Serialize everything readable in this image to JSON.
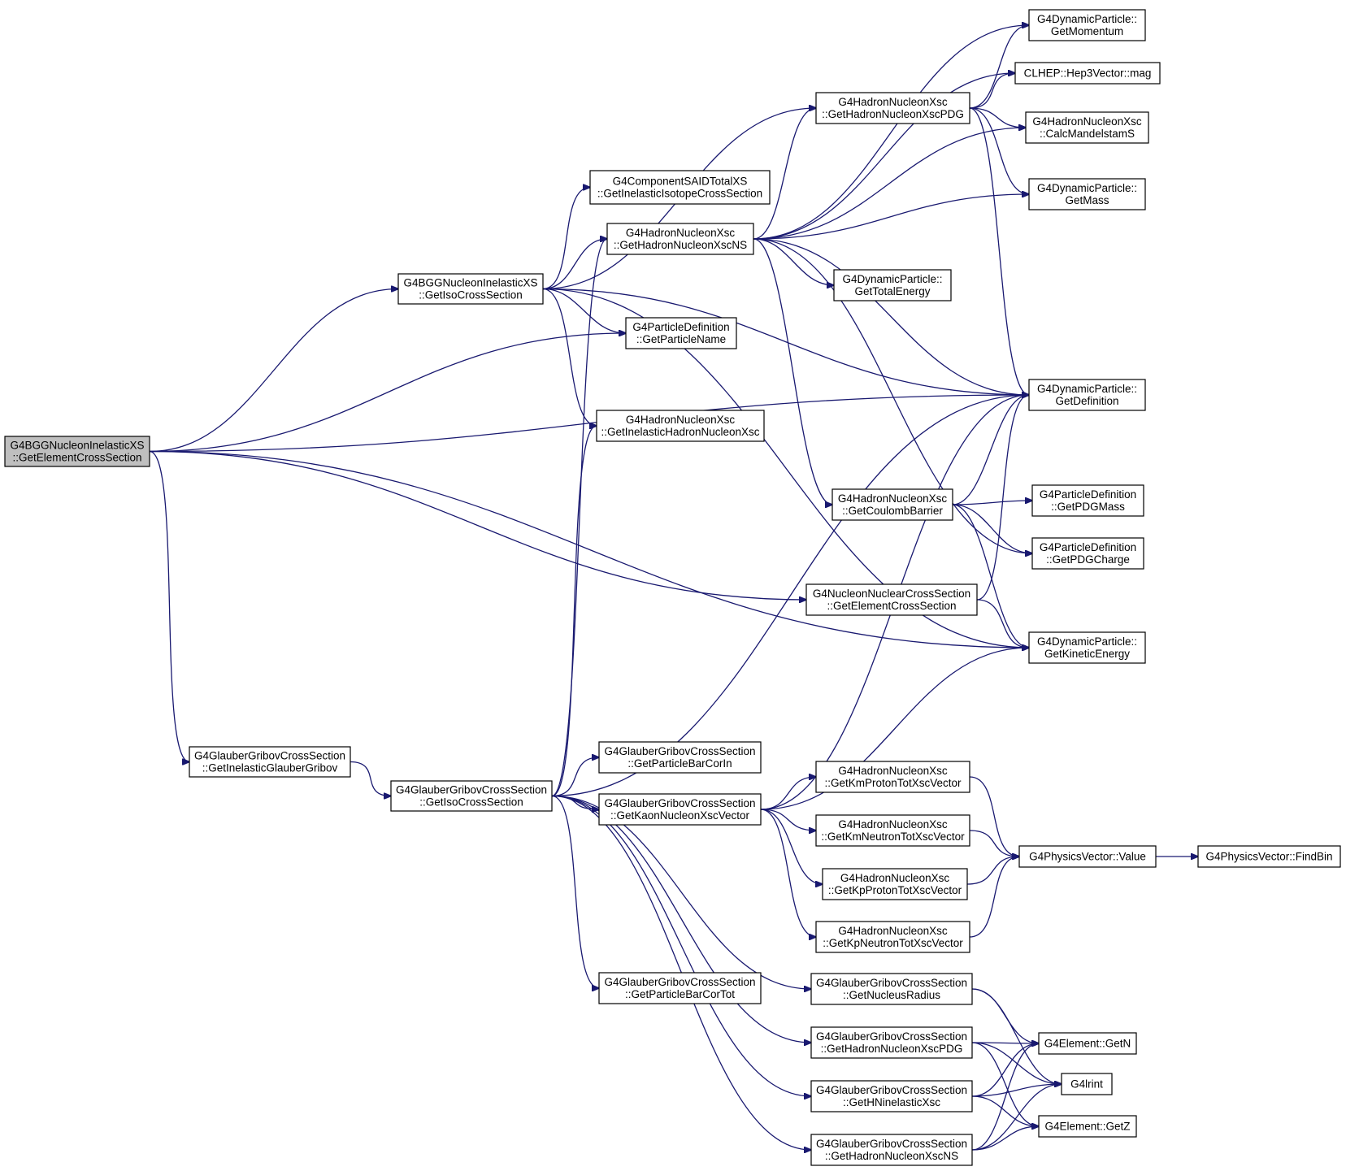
{
  "diagram": {
    "nodes": [
      {
        "id": "root",
        "lines": [
          "G4BGGNucleonInelasticXS",
          "::GetElementCrossSection"
        ],
        "root": true
      },
      {
        "id": "bggIso",
        "lines": [
          "G4BGGNucleonInelasticXS",
          "::GetIsoCrossSection"
        ]
      },
      {
        "id": "ggInelGG",
        "lines": [
          "G4GlauberGribovCrossSection",
          "::GetInelasticGlauberGribov"
        ]
      },
      {
        "id": "ggIso",
        "lines": [
          "G4GlauberGribovCrossSection",
          "::GetIsoCrossSection"
        ]
      },
      {
        "id": "compSAID",
        "lines": [
          "G4ComponentSAIDTotalXS",
          "::GetInelasticIsotopeCrossSection"
        ]
      },
      {
        "id": "hnNS",
        "lines": [
          "G4HadronNucleonXsc",
          "::GetHadronNucleonXscNS"
        ]
      },
      {
        "id": "pdName",
        "lines": [
          "G4ParticleDefinition",
          "::GetParticleName"
        ]
      },
      {
        "id": "hnInel",
        "lines": [
          "G4HadronNucleonXsc",
          "::GetInelasticHadronNucleonXsc"
        ]
      },
      {
        "id": "ggBarCorIn",
        "lines": [
          "G4GlauberGribovCrossSection",
          "::GetParticleBarCorIn"
        ]
      },
      {
        "id": "ggKaon",
        "lines": [
          "G4GlauberGribovCrossSection",
          "::GetKaonNucleonXscVector"
        ]
      },
      {
        "id": "ggBarCorTot",
        "lines": [
          "G4GlauberGribovCrossSection",
          "::GetParticleBarCorTot"
        ]
      },
      {
        "id": "hnPDG",
        "lines": [
          "G4HadronNucleonXsc",
          "::GetHadronNucleonXscPDG"
        ]
      },
      {
        "id": "dpTotE",
        "lines": [
          "G4DynamicParticle::",
          "GetTotalEnergy"
        ]
      },
      {
        "id": "hnCoul",
        "lines": [
          "G4HadronNucleonXsc",
          "::GetCoulombBarrier"
        ]
      },
      {
        "id": "nnElem",
        "lines": [
          "G4NucleonNuclearCrossSection",
          "::GetElementCrossSection"
        ]
      },
      {
        "id": "hnKmP",
        "lines": [
          "G4HadronNucleonXsc",
          "::GetKmProtonTotXscVector"
        ]
      },
      {
        "id": "hnKmN",
        "lines": [
          "G4HadronNucleonXsc",
          "::GetKmNeutronTotXscVector"
        ]
      },
      {
        "id": "hnKpP",
        "lines": [
          "G4HadronNucleonXsc",
          "::GetKpProtonTotXscVector"
        ]
      },
      {
        "id": "hnKpN",
        "lines": [
          "G4HadronNucleonXsc",
          "::GetKpNeutronTotXscVector"
        ]
      },
      {
        "id": "ggNucR",
        "lines": [
          "G4GlauberGribovCrossSection",
          "::GetNucleusRadius"
        ]
      },
      {
        "id": "ggHnPDG",
        "lines": [
          "G4GlauberGribovCrossSection",
          "::GetHadronNucleonXscPDG"
        ]
      },
      {
        "id": "ggHNinel",
        "lines": [
          "G4GlauberGribovCrossSection",
          "::GetHNinelasticXsc"
        ]
      },
      {
        "id": "ggHnNS",
        "lines": [
          "G4GlauberGribovCrossSection",
          "::GetHadronNucleonXscNS"
        ]
      },
      {
        "id": "dpMom",
        "lines": [
          "G4DynamicParticle::",
          "GetMomentum"
        ]
      },
      {
        "id": "hep3",
        "lines": [
          "CLHEP::Hep3Vector::mag"
        ]
      },
      {
        "id": "calcMand",
        "lines": [
          "G4HadronNucleonXsc",
          "::CalcMandelstamS"
        ]
      },
      {
        "id": "dpMass",
        "lines": [
          "G4DynamicParticle::",
          "GetMass"
        ]
      },
      {
        "id": "dpDef",
        "lines": [
          "G4DynamicParticle::",
          "GetDefinition"
        ]
      },
      {
        "id": "pdPDGMass",
        "lines": [
          "G4ParticleDefinition",
          "::GetPDGMass"
        ]
      },
      {
        "id": "pdPDGCharge",
        "lines": [
          "G4ParticleDefinition",
          "::GetPDGCharge"
        ]
      },
      {
        "id": "dpKin",
        "lines": [
          "G4DynamicParticle::",
          "GetKineticEnergy"
        ]
      },
      {
        "id": "pvValue",
        "lines": [
          "G4PhysicsVector::Value"
        ]
      },
      {
        "id": "pvFind",
        "lines": [
          "G4PhysicsVector::FindBin"
        ]
      },
      {
        "id": "elN",
        "lines": [
          "G4Element::GetN"
        ]
      },
      {
        "id": "lrint",
        "lines": [
          "G4lrint"
        ]
      },
      {
        "id": "elZ",
        "lines": [
          "G4Element::GetZ"
        ]
      }
    ],
    "edges": [
      [
        "root",
        "bggIso"
      ],
      [
        "root",
        "pdName"
      ],
      [
        "root",
        "dpDef"
      ],
      [
        "root",
        "nnElem"
      ],
      [
        "root",
        "dpKin"
      ],
      [
        "root",
        "ggInelGG"
      ],
      [
        "bggIso",
        "hnPDG"
      ],
      [
        "bggIso",
        "compSAID"
      ],
      [
        "bggIso",
        "hnNS"
      ],
      [
        "bggIso",
        "pdName"
      ],
      [
        "bggIso",
        "dpDef"
      ],
      [
        "bggIso",
        "hnInel"
      ],
      [
        "bggIso",
        "dpKin"
      ],
      [
        "ggInelGG",
        "ggIso"
      ],
      [
        "ggIso",
        "hnNS"
      ],
      [
        "ggIso",
        "hnInel"
      ],
      [
        "ggIso",
        "dpDef"
      ],
      [
        "ggIso",
        "ggBarCorIn"
      ],
      [
        "ggIso",
        "ggKaon"
      ],
      [
        "ggIso",
        "ggBarCorTot"
      ],
      [
        "ggIso",
        "ggNucR"
      ],
      [
        "ggIso",
        "ggHnPDG"
      ],
      [
        "ggIso",
        "ggHNinel"
      ],
      [
        "ggIso",
        "ggHnNS"
      ],
      [
        "hnNS",
        "dpMom"
      ],
      [
        "hnNS",
        "hep3"
      ],
      [
        "hnNS",
        "hnPDG"
      ],
      [
        "hnNS",
        "calcMand"
      ],
      [
        "hnNS",
        "dpMass"
      ],
      [
        "hnNS",
        "dpDef"
      ],
      [
        "hnNS",
        "dpTotE"
      ],
      [
        "hnNS",
        "hnCoul"
      ],
      [
        "hnNS",
        "pdPDGCharge"
      ],
      [
        "hnPDG",
        "dpMom"
      ],
      [
        "hnPDG",
        "hep3"
      ],
      [
        "hnPDG",
        "calcMand"
      ],
      [
        "hnPDG",
        "dpMass"
      ],
      [
        "hnPDG",
        "dpDef"
      ],
      [
        "hnCoul",
        "dpDef"
      ],
      [
        "hnCoul",
        "pdPDGMass"
      ],
      [
        "hnCoul",
        "pdPDGCharge"
      ],
      [
        "hnCoul",
        "dpKin"
      ],
      [
        "nnElem",
        "dpDef"
      ],
      [
        "nnElem",
        "dpKin"
      ],
      [
        "ggKaon",
        "dpDef"
      ],
      [
        "ggKaon",
        "dpKin"
      ],
      [
        "ggKaon",
        "hnKmP"
      ],
      [
        "ggKaon",
        "hnKmN"
      ],
      [
        "ggKaon",
        "hnKpP"
      ],
      [
        "ggKaon",
        "hnKpN"
      ],
      [
        "hnKmP",
        "pvValue"
      ],
      [
        "hnKmN",
        "pvValue"
      ],
      [
        "hnKpP",
        "pvValue"
      ],
      [
        "hnKpN",
        "pvValue"
      ],
      [
        "pvValue",
        "pvFind"
      ],
      [
        "ggNucR",
        "elN"
      ],
      [
        "ggNucR",
        "lrint"
      ],
      [
        "ggHnPDG",
        "elN"
      ],
      [
        "ggHnPDG",
        "lrint"
      ],
      [
        "ggHnPDG",
        "elZ"
      ],
      [
        "ggHNinel",
        "elN"
      ],
      [
        "ggHNinel",
        "lrint"
      ],
      [
        "ggHNinel",
        "elZ"
      ],
      [
        "ggHnNS",
        "elN"
      ],
      [
        "ggHnNS",
        "lrint"
      ],
      [
        "ggHnNS",
        "elZ"
      ]
    ]
  }
}
